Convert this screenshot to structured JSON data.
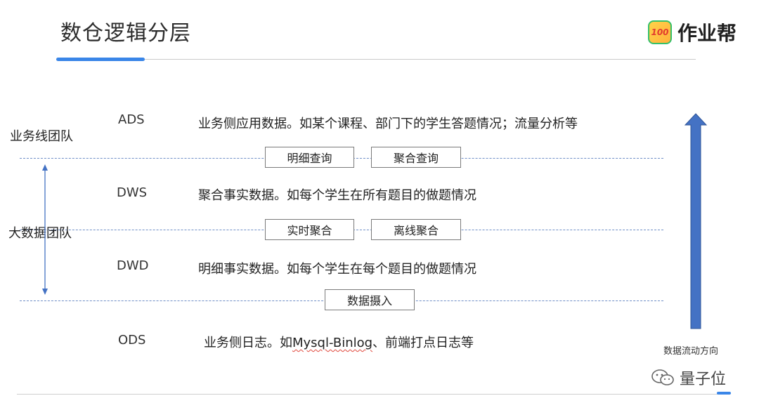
{
  "header": {
    "title": "数仓逻辑分层",
    "logo_badge": "100",
    "logo_text": "作业帮"
  },
  "teams": {
    "business": "业务线团队",
    "bigdata": "大数据团队"
  },
  "layers": [
    {
      "name": "ADS",
      "desc": "业务侧应用数据。如某个课程、部门下的学生答题情况；流量分析等"
    },
    {
      "name": "DWS",
      "desc": "聚合事实数据。如每个学生在所有题目的做题情况"
    },
    {
      "name": "DWD",
      "desc": "明细事实数据。如每个学生在每个题目的做题情况"
    },
    {
      "name": "ODS",
      "desc_prefix": "业务侧日志。如",
      "desc_highlight": "Mysql-Binlog",
      "desc_suffix": "、前端打点日志等"
    }
  ],
  "operations": {
    "detail_query": "明细查询",
    "agg_query": "聚合查询",
    "realtime_agg": "实时聚合",
    "offline_agg": "离线聚合",
    "ingest": "数据摄入"
  },
  "flow_direction_label": "数据流动方向",
  "watermark": "量子位",
  "colors": {
    "accent": "#3a86e8",
    "arrow": "#4472c4",
    "dash": "#6f8fc7"
  },
  "icons": [
    "double-arrow-icon",
    "up-arrow-icon",
    "wechat-icon"
  ]
}
